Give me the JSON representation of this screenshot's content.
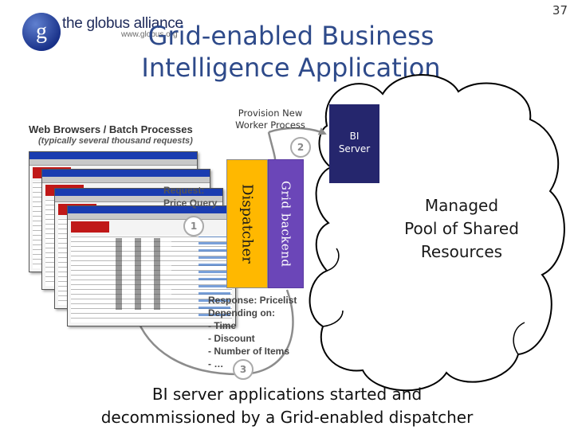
{
  "slide_number": "37",
  "logo": {
    "name": "the globus alliance",
    "url": "www.globus.org",
    "mark": "g"
  },
  "title": {
    "line1": "Grid-enabled Business",
    "line2": "Intelligence Application"
  },
  "web_browsers": {
    "title": "Web Browsers / Batch Processes",
    "subtitle": "(typically several thousand requests)"
  },
  "provision": {
    "line1": "Provision New",
    "line2": "Worker Process"
  },
  "bi_server": {
    "line1": "BI",
    "line2": "Server"
  },
  "request": {
    "line1": "Request:",
    "line2": "Price Query"
  },
  "dispatcher": {
    "label": "Dispatcher"
  },
  "grid_backend": {
    "label": "Grid backend"
  },
  "managed_pool": {
    "line1": "Managed",
    "line2": "Pool of Shared",
    "line3": "Resources"
  },
  "response": {
    "line1": "Response: Pricelist",
    "line2": "Depending on:",
    "items": [
      "- Time",
      "- Discount",
      "- Number of Items",
      "- …"
    ]
  },
  "steps": [
    "1",
    "2",
    "3"
  ],
  "footer": {
    "line1": "BI server applications started and",
    "line2": "decommissioned by a Grid-enabled dispatcher"
  },
  "colors": {
    "title": "#2e4a8a",
    "bi_server": "#25266d",
    "dispatcher": "#ffb800",
    "grid_backend": "#6b46b8",
    "logo_blue": "#2040a0"
  }
}
